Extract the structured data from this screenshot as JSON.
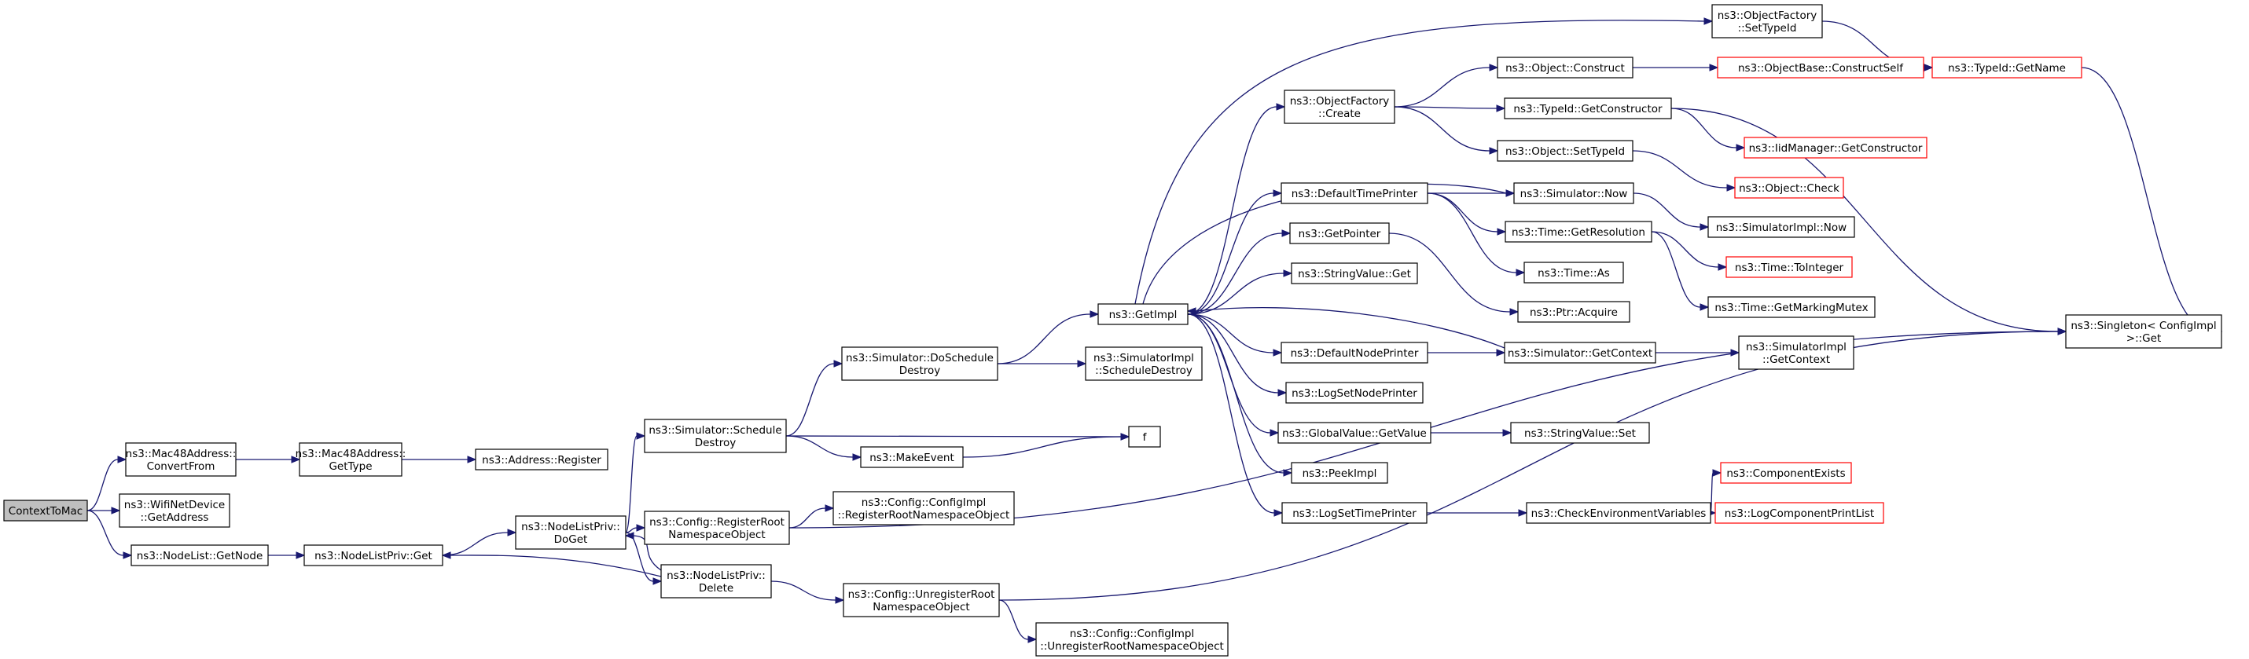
{
  "nodes": [
    {
      "id": "ctx",
      "lines": [
        "ContextToMac"
      ],
      "style": "root"
    },
    {
      "id": "m48conv",
      "lines": [
        "ns3::Mac48Address::",
        "ConvertFrom"
      ]
    },
    {
      "id": "wifigetaddr",
      "lines": [
        "ns3::WifiNetDevice",
        "::GetAddress"
      ]
    },
    {
      "id": "nlgetnode",
      "lines": [
        "ns3::NodeList::GetNode"
      ]
    },
    {
      "id": "m48type",
      "lines": [
        "ns3::Mac48Address::",
        "GetType"
      ]
    },
    {
      "id": "nlpget",
      "lines": [
        "ns3::NodeListPriv::Get"
      ]
    },
    {
      "id": "addrreg",
      "lines": [
        "ns3::Address::Register"
      ]
    },
    {
      "id": "nlpdoget",
      "lines": [
        "ns3::NodeListPriv::",
        "DoGet"
      ]
    },
    {
      "id": "simsched",
      "lines": [
        "ns3::Simulator::Schedule",
        "Destroy"
      ]
    },
    {
      "id": "cfgreg",
      "lines": [
        "ns3::Config::RegisterRoot",
        "NamespaceObject"
      ]
    },
    {
      "id": "nlpdelete",
      "lines": [
        "ns3::NodeListPriv::",
        "Delete"
      ]
    },
    {
      "id": "simdosched",
      "lines": [
        "ns3::Simulator::DoSchedule",
        "Destroy"
      ]
    },
    {
      "id": "makeevent",
      "lines": [
        "ns3::MakeEvent"
      ]
    },
    {
      "id": "cfgimplreg",
      "lines": [
        "ns3::Config::ConfigImpl",
        "::RegisterRootNamespaceObject"
      ]
    },
    {
      "id": "cfgunreg",
      "lines": [
        "ns3::Config::UnregisterRoot",
        "NamespaceObject"
      ]
    },
    {
      "id": "cfgimplunreg",
      "lines": [
        "ns3::Config::ConfigImpl",
        "::UnregisterRootNamespaceObject"
      ]
    },
    {
      "id": "getimpl",
      "lines": [
        "ns3::GetImpl"
      ]
    },
    {
      "id": "simimplsched",
      "lines": [
        "ns3::SimulatorImpl",
        "::ScheduleDestroy"
      ]
    },
    {
      "id": "f",
      "lines": [
        "f"
      ]
    },
    {
      "id": "objfactcreate",
      "lines": [
        "ns3::ObjectFactory",
        "::Create"
      ]
    },
    {
      "id": "deftimeprinter",
      "lines": [
        "ns3::DefaultTimePrinter"
      ]
    },
    {
      "id": "getpointer",
      "lines": [
        "ns3::GetPointer"
      ]
    },
    {
      "id": "strvalget",
      "lines": [
        "ns3::StringValue::Get"
      ]
    },
    {
      "id": "defnodeprinter",
      "lines": [
        "ns3::DefaultNodePrinter"
      ]
    },
    {
      "id": "logsetnode",
      "lines": [
        "ns3::LogSetNodePrinter"
      ]
    },
    {
      "id": "gvgetvalue",
      "lines": [
        "ns3::GlobalValue::GetValue"
      ]
    },
    {
      "id": "peekimpl",
      "lines": [
        "ns3::PeekImpl"
      ]
    },
    {
      "id": "logsettime",
      "lines": [
        "ns3::LogSetTimePrinter"
      ]
    },
    {
      "id": "objfactsettype",
      "lines": [
        "ns3::ObjectFactory",
        "::SetTypeId"
      ]
    },
    {
      "id": "objconstruct",
      "lines": [
        "ns3::Object::Construct"
      ]
    },
    {
      "id": "typeidgetctor",
      "lines": [
        "ns3::TypeId::GetConstructor"
      ]
    },
    {
      "id": "objsettype",
      "lines": [
        "ns3::Object::SetTypeId"
      ]
    },
    {
      "id": "simnow",
      "lines": [
        "ns3::Simulator::Now"
      ]
    },
    {
      "id": "timegetres",
      "lines": [
        "ns3::Time::GetResolution"
      ]
    },
    {
      "id": "timeas",
      "lines": [
        "ns3::Time::As"
      ]
    },
    {
      "id": "ptracquire",
      "lines": [
        "ns3::Ptr::Acquire"
      ]
    },
    {
      "id": "simgetctx",
      "lines": [
        "ns3::Simulator::GetContext"
      ]
    },
    {
      "id": "strvalset",
      "lines": [
        "ns3::StringValue::Set"
      ]
    },
    {
      "id": "checkenv",
      "lines": [
        "ns3::CheckEnvironmentVariables"
      ]
    },
    {
      "id": "objbasector",
      "lines": [
        "ns3::ObjectBase::ConstructSelf"
      ],
      "style": "red"
    },
    {
      "id": "iidgetctor",
      "lines": [
        "ns3::IidManager::GetConstructor"
      ],
      "style": "red"
    },
    {
      "id": "objcheck",
      "lines": [
        "ns3::Object::Check"
      ],
      "style": "red"
    },
    {
      "id": "simimplnow",
      "lines": [
        "ns3::SimulatorImpl::Now"
      ]
    },
    {
      "id": "timetoint",
      "lines": [
        "ns3::Time::ToInteger"
      ],
      "style": "red"
    },
    {
      "id": "timegetmutex",
      "lines": [
        "ns3::Time::GetMarkingMutex"
      ]
    },
    {
      "id": "simimplgetctx",
      "lines": [
        "ns3::SimulatorImpl",
        "::GetContext"
      ]
    },
    {
      "id": "compexists",
      "lines": [
        "ns3::ComponentExists"
      ],
      "style": "red"
    },
    {
      "id": "logcompprint",
      "lines": [
        "ns3::LogComponentPrintList"
      ],
      "style": "red"
    },
    {
      "id": "typeidgetname",
      "lines": [
        "ns3::TypeId::GetName"
      ],
      "style": "red"
    },
    {
      "id": "singletonget",
      "lines": [
        "ns3::Singleton< ConfigImpl",
        ">::Get"
      ]
    }
  ],
  "edges": [
    [
      "ctx",
      "m48conv"
    ],
    [
      "ctx",
      "wifigetaddr"
    ],
    [
      "ctx",
      "nlgetnode"
    ],
    [
      "m48conv",
      "m48type"
    ],
    [
      "m48type",
      "addrreg"
    ],
    [
      "nlgetnode",
      "nlpget"
    ],
    [
      "nlpget",
      "nlpdoget"
    ],
    [
      "nlpdoget",
      "simsched"
    ],
    [
      "nlpdoget",
      "cfgreg"
    ],
    [
      "nlpdoget",
      "nlpdelete"
    ],
    [
      "nlpdelete",
      "nlpdoget"
    ],
    [
      "nlpdelete",
      "nlpget"
    ],
    [
      "nlpdelete",
      "cfgunreg"
    ],
    [
      "simsched",
      "simdosched"
    ],
    [
      "simsched",
      "makeevent"
    ],
    [
      "simsched",
      "f"
    ],
    [
      "makeevent",
      "f"
    ],
    [
      "cfgreg",
      "cfgimplreg"
    ],
    [
      "cfgreg",
      "singletonget"
    ],
    [
      "cfgunreg",
      "cfgimplunreg"
    ],
    [
      "cfgunreg",
      "singletonget"
    ],
    [
      "simdosched",
      "getimpl"
    ],
    [
      "simdosched",
      "simimplsched"
    ],
    [
      "getimpl",
      "objfactsettype"
    ],
    [
      "getimpl",
      "objfactcreate"
    ],
    [
      "getimpl",
      "deftimeprinter"
    ],
    [
      "getimpl",
      "simnow"
    ],
    [
      "getimpl",
      "getpointer"
    ],
    [
      "getimpl",
      "strvalget"
    ],
    [
      "getimpl",
      "defnodeprinter"
    ],
    [
      "getimpl",
      "logsetnode"
    ],
    [
      "getimpl",
      "gvgetvalue"
    ],
    [
      "getimpl",
      "peekimpl"
    ],
    [
      "getimpl",
      "logsettime"
    ],
    [
      "simgetctx",
      "getimpl"
    ],
    [
      "objfactcreate",
      "objconstruct"
    ],
    [
      "objfactcreate",
      "typeidgetctor"
    ],
    [
      "objfactcreate",
      "objsettype"
    ],
    [
      "objfactsettype",
      "typeidgetname"
    ],
    [
      "objconstruct",
      "objbasector"
    ],
    [
      "objbasector",
      "typeidgetname"
    ],
    [
      "typeidgetctor",
      "iidgetctor"
    ],
    [
      "typeidgetctor",
      "singletonget"
    ],
    [
      "objsettype",
      "objcheck"
    ],
    [
      "deftimeprinter",
      "simnow"
    ],
    [
      "deftimeprinter",
      "timegetres"
    ],
    [
      "deftimeprinter",
      "timeas"
    ],
    [
      "simnow",
      "simimplnow"
    ],
    [
      "timegetres",
      "timetoint"
    ],
    [
      "timegetres",
      "timegetmutex"
    ],
    [
      "getpointer",
      "ptracquire"
    ],
    [
      "defnodeprinter",
      "simgetctx"
    ],
    [
      "simgetctx",
      "simimplgetctx"
    ],
    [
      "gvgetvalue",
      "strvalset"
    ],
    [
      "logsettime",
      "checkenv"
    ],
    [
      "checkenv",
      "compexists"
    ],
    [
      "checkenv",
      "logcompprint"
    ],
    [
      "typeidgetname",
      "singletonget"
    ]
  ]
}
